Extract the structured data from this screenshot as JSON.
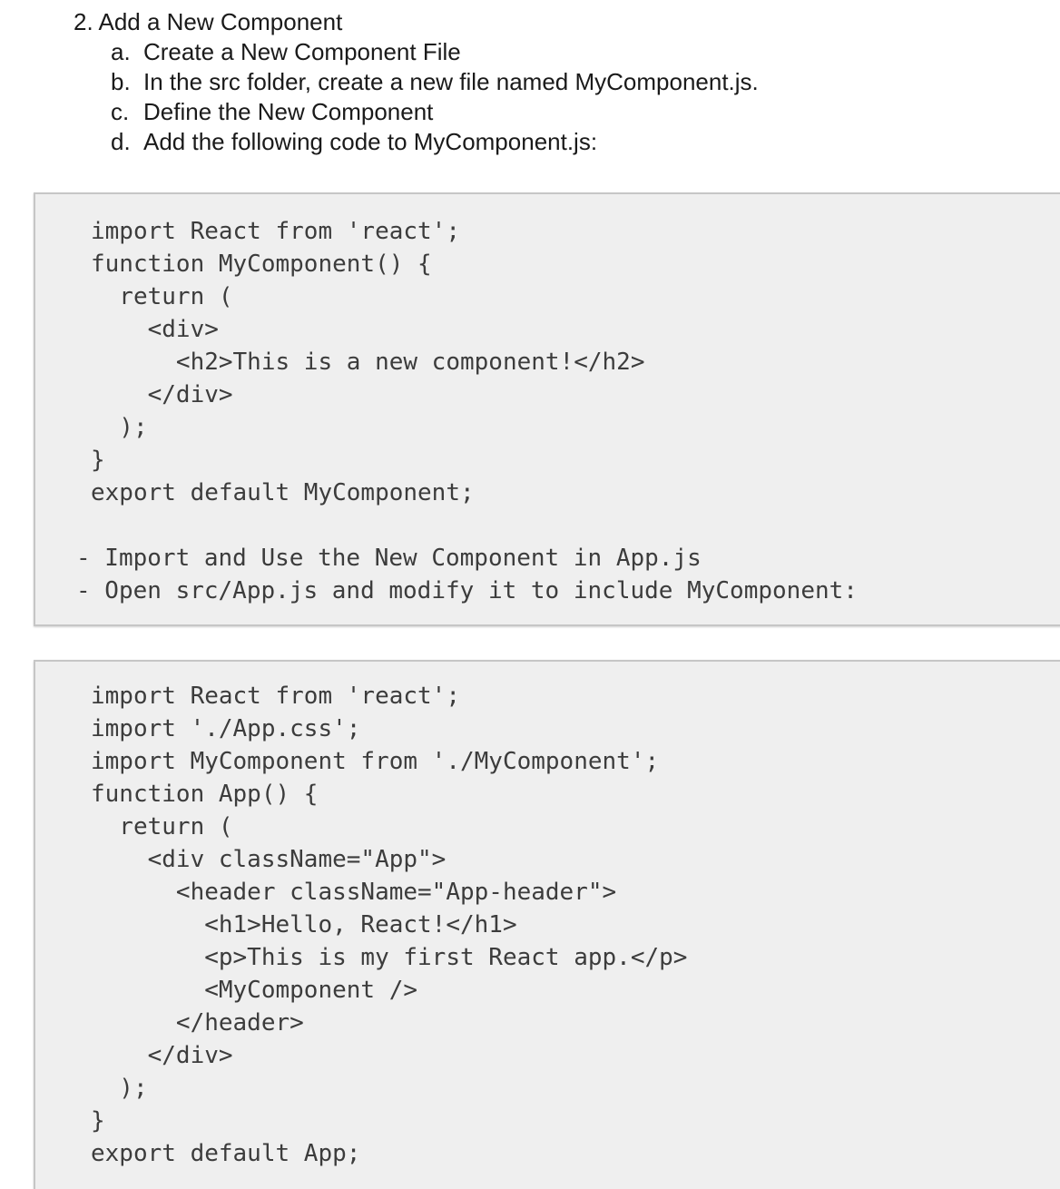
{
  "step": {
    "number": "2.",
    "title": "Add a New Component"
  },
  "substeps": [
    {
      "marker": "a.",
      "text": "Create a New Component File"
    },
    {
      "marker": "b.",
      "text": "In the src folder, create a new file named MyComponent.js."
    },
    {
      "marker": "c.",
      "text": "Define the New Component"
    },
    {
      "marker": "d.",
      "text": "Add the following code to MyComponent.js:"
    }
  ],
  "code_block_1": {
    "code": "import React from 'react';\nfunction MyComponent() {\n  return (\n    <div>\n      <h2>This is a new component!</h2>\n    </div>\n  );\n}\nexport default MyComponent;",
    "notes": "- Import and Use the New Component in App.js\n- Open src/App.js and modify it to include MyComponent:"
  },
  "code_block_2": {
    "code": "import React from 'react';\nimport './App.css';\nimport MyComponent from './MyComponent';\nfunction App() {\n  return (\n    <div className=\"App\">\n      <header className=\"App-header\">\n        <h1>Hello, React!</h1>\n        <p>This is my first React app.</p>\n        <MyComponent />\n      </header>\n    </div>\n  );\n}\nexport default App;"
  }
}
